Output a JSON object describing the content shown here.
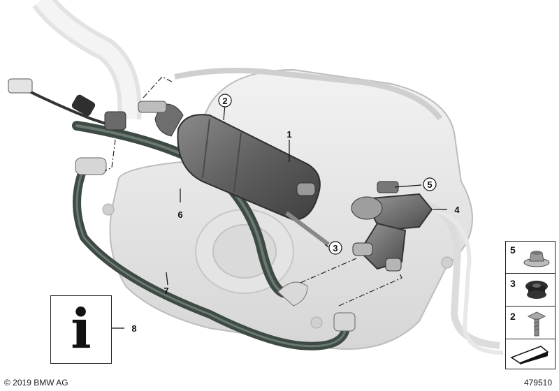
{
  "diagram": {
    "callouts": [
      {
        "id": "1",
        "label": "1"
      },
      {
        "id": "2",
        "label": "2"
      },
      {
        "id": "3",
        "label": "3"
      },
      {
        "id": "4",
        "label": "4"
      },
      {
        "id": "5",
        "label": "5"
      },
      {
        "id": "6",
        "label": "6"
      },
      {
        "id": "7",
        "label": "7"
      },
      {
        "id": "8",
        "label": "8"
      }
    ],
    "legend": [
      {
        "label": "5",
        "icon": "flange-nut-icon"
      },
      {
        "label": "3",
        "icon": "rubber-grommet-icon"
      },
      {
        "label": "2",
        "icon": "hex-bolt-icon"
      },
      {
        "label": "",
        "icon": "wedge-arrow-icon"
      }
    ],
    "info_icon": "info-i-icon",
    "info_glyph": "i"
  },
  "footer": {
    "copyright": "© 2019 BMW AG",
    "document_number": "479510"
  }
}
